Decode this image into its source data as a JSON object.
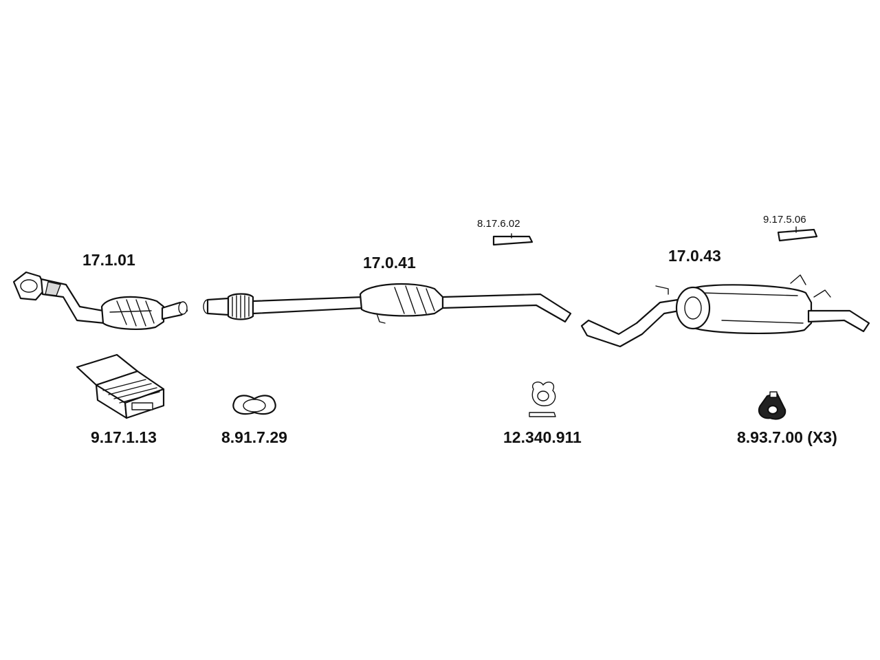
{
  "parts": {
    "front_pipe": {
      "number": "17.1.01"
    },
    "catalytic_converter_pipe": {
      "number": "17.0.41"
    },
    "rear_silencer": {
      "number": "17.0.43"
    },
    "heat_shield_1": {
      "number": "8.17.6.02"
    },
    "heat_shield_2": {
      "number": "9.17.5.06"
    },
    "fitting_kit": {
      "number": "9.17.1.13"
    },
    "clamp_gasket": {
      "number": "8.91.7.29"
    },
    "sensor": {
      "number": "12.340.911"
    },
    "rubber_mount": {
      "number": "8.93.7.00 (X3)"
    }
  }
}
